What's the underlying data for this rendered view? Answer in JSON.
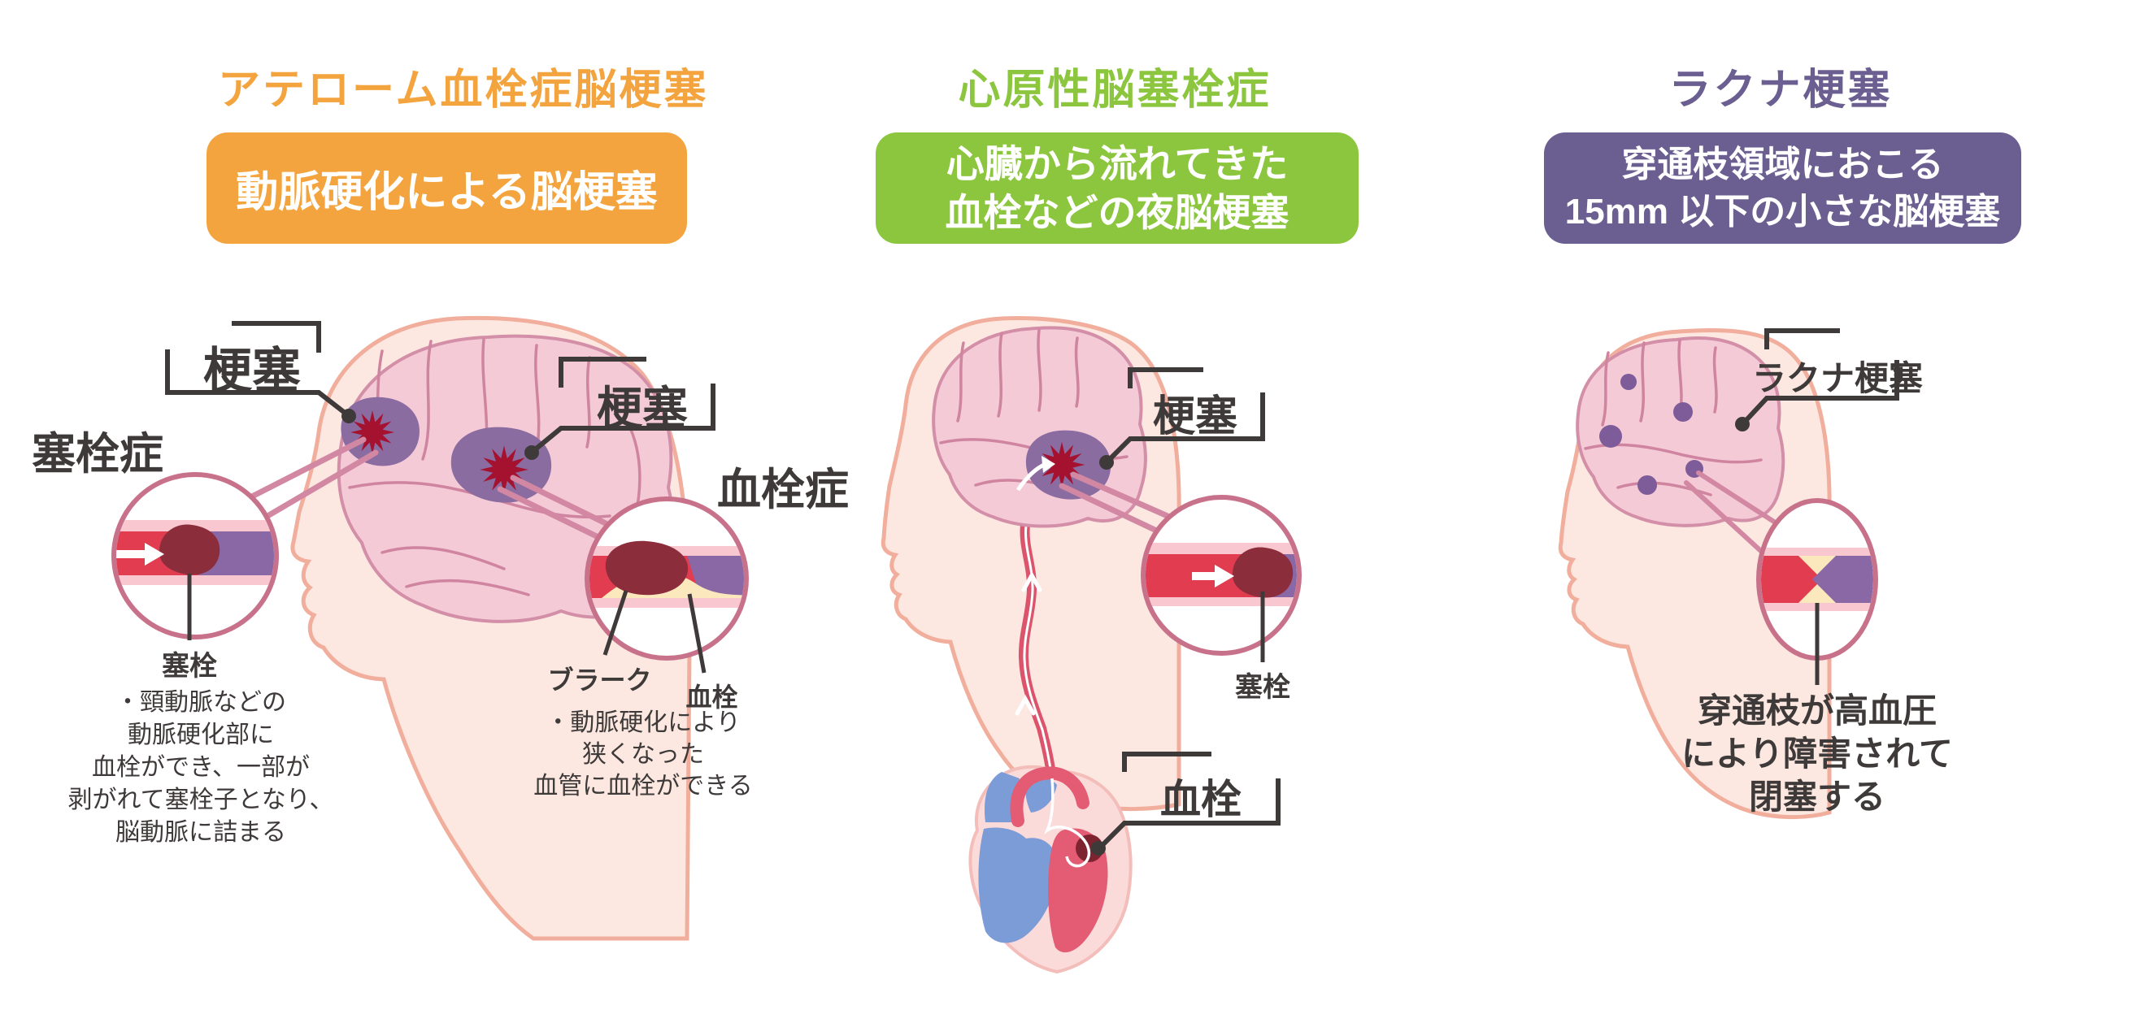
{
  "panel1": {
    "title": "アテローム血栓症脳梗塞",
    "box_text": "動脈硬化による脳梗塞",
    "label_infarct_left": "梗塞",
    "label_infarct_right": "梗塞",
    "label_embolism": "塞栓症",
    "label_thrombosis": "血栓症",
    "label_embolus": "塞栓",
    "label_plaque": "ブラーク",
    "label_thrombus": "血栓",
    "desc_embolism": [
      "・頸動脈などの",
      "動脈硬化部に",
      "血栓ができ、一部が",
      "剥がれて塞栓子となり、",
      "脳動脈に詰まる"
    ],
    "desc_thrombosis": [
      "・動脈硬化により",
      "狭くなった",
      "血管に血栓ができる"
    ]
  },
  "panel2": {
    "title": "心原性脳塞栓症",
    "box_lines": [
      "心臓から流れてきた",
      "血栓などの夜脳梗塞"
    ],
    "label_infarct": "梗塞",
    "label_embolus": "塞栓",
    "label_thrombus": "血栓"
  },
  "panel3": {
    "title": "ラクナ梗塞",
    "box_lines": [
      "穿通枝領域におこる",
      "15mm 以下の小さな脳梗塞"
    ],
    "label_lacunar": "ラクナ梗塞",
    "desc": [
      "穿通枝が高血圧",
      "により障害されて",
      "閉塞する"
    ]
  },
  "colors": {
    "accent_orange": "#F3A43E",
    "accent_green": "#8CC63F",
    "accent_purple": "#6B5E90",
    "label_text": "#3E3A39",
    "skin": "#FCE8E1",
    "skin_outline": "#F2AE9C",
    "brain_pink": "#F5CAD7",
    "brain_outline": "#D48FA8",
    "infarct_purple": "#8B6CA1",
    "starburst_red": "#A51230",
    "inset_ring": "#C8718A",
    "vessel_wall_pink": "#F9C7D0",
    "lumen_red": "#E23C50",
    "vein_purple": "#8A67A5",
    "clot_dark_red": "#8C2D3C",
    "plaque_yellow": "#FBE9BD",
    "artery_red": "#DC536C",
    "heart_blue": "#7C9CD8",
    "heart_red": "#E35C73"
  }
}
